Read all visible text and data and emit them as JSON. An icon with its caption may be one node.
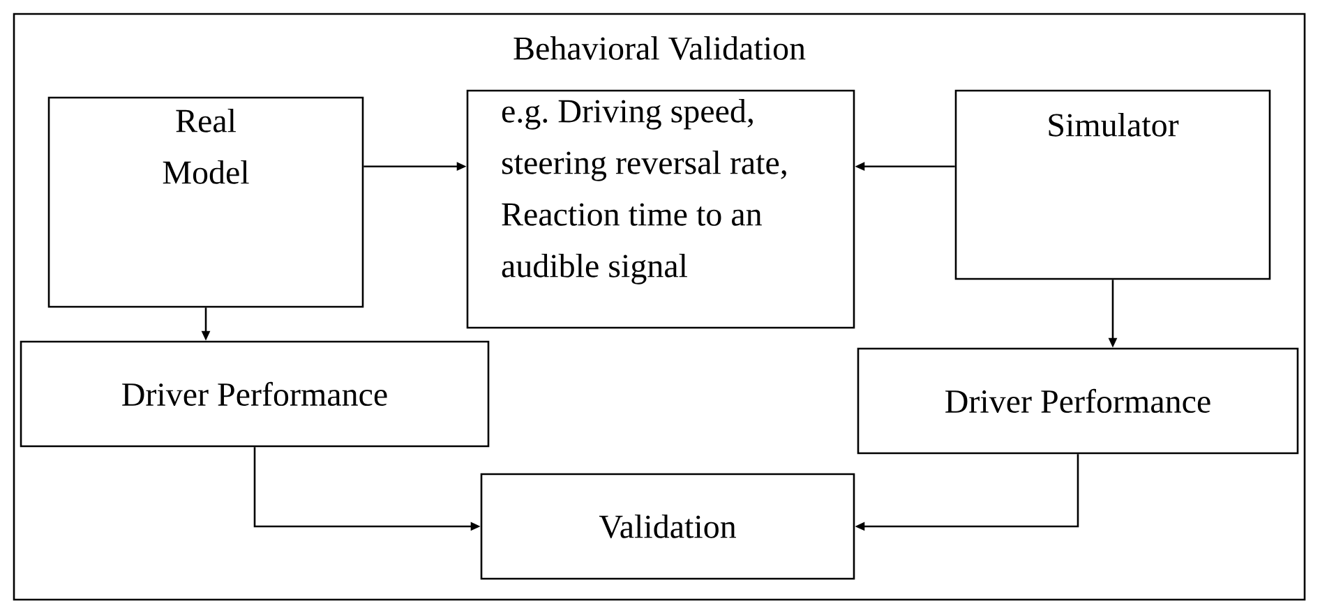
{
  "diagram": {
    "nodes": [
      {
        "text": [
          "Behavioral Validation"
        ]
      },
      {
        "text": [
          "Real Model"
        ],
        "in": 0
      },
      {
        "text": [
          "e.g. Driving speed, steering reversal rate, Reaction time to an audible signal"
        ],
        "in": 0
      },
      {
        "text": [
          "Simulator"
        ],
        "in": 0
      },
      {
        "text": [
          "Driver Performance"
        ],
        "in": 0
      },
      {
        "text": [
          "Driver Performance"
        ],
        "in": 0
      },
      {
        "text": [
          "Validation"
        ],
        "in": 0
      }
    ],
    "edges": [
      {
        "from": 1,
        "to": 2,
        "arrow": "to"
      },
      {
        "from": 3,
        "to": 2,
        "arrow": "to"
      },
      {
        "from": 1,
        "to": 4,
        "arrow": "to"
      },
      {
        "from": 3,
        "to": 5,
        "arrow": "to"
      },
      {
        "from": 4,
        "to": 6,
        "arrow": "to"
      },
      {
        "from": 5,
        "to": 6,
        "arrow": "to"
      }
    ]
  }
}
